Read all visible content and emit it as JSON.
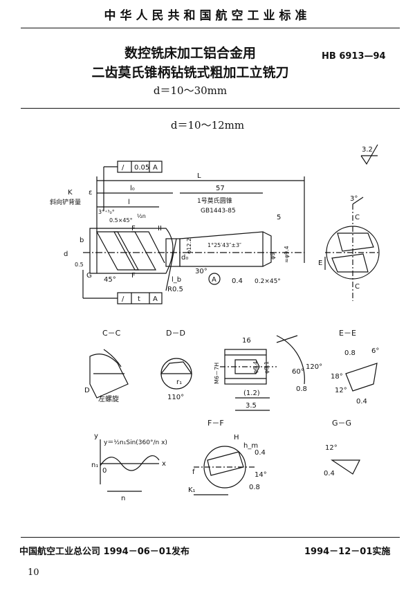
{
  "header": {
    "standard_title": "中华人民共和国航空工业标准"
  },
  "title": {
    "line1": "数控铣床加工铝合金用",
    "line2": "二齿莫氏锥柄钻铣式粗加工立铣刀",
    "range": "d＝10～30mm",
    "standard_no": "HB 6913—94"
  },
  "subsection": {
    "range": "d＝10～12mm"
  },
  "drawing": {
    "roughness": "3.2",
    "tol_top": [
      "/",
      "0.05",
      "A"
    ],
    "tol_bottom": [
      "/",
      "t",
      "A"
    ],
    "dims": {
      "L": "L",
      "l0": "l₀",
      "l": "l",
      "d57": "57",
      "dim5": "5",
      "K": "K",
      "eps": "ε",
      "relief": "斜向铲背量",
      "angle_small": "3°⁺³₀°",
      "chamfer": "0.5×45°",
      "half_n": "½n",
      "morse": "1号莫氏圆锥",
      "gb": "GB1443-85",
      "taper": "1°25′43″±3″",
      "d9": "φ9",
      "d94": "≈φ9.4",
      "d12": "φ12.2",
      "d": "d",
      "b": "b",
      "d05": "0.5",
      "a45": "45°",
      "a30": "30°",
      "lb": "l_b",
      "r05": "R0.5",
      "ra04": "0.4",
      "ch02": "0.2×45°",
      "d0": "d₀",
      "F": "F",
      "G": "G",
      "A": "A",
      "II": "II",
      "C": "C",
      "E": "E",
      "a3": "3°"
    },
    "sections": {
      "cc": "C－C",
      "dd": "D－D",
      "ee": "E－E",
      "ff": "F－F",
      "gg": "G－G",
      "left_helix": "左螺旋",
      "D": "D",
      "r1": "r₁",
      "a110": "110°",
      "d16": "16",
      "m6": "M6－7H",
      "d64": "φ6.4",
      "d81": "φ8.1",
      "a60": "60°",
      "a120": "120°",
      "d08": "0.8",
      "d12b": "(1.2)",
      "d35": "3.5",
      "e08": "0.8",
      "e6": "6°",
      "e18": "18°",
      "e12": "12°",
      "e04": "0.4",
      "formula": "y＝½n₁Sin(360°/n x)",
      "y": "y",
      "x": "x",
      "n": "n",
      "n1": "n₁",
      "o": "0",
      "H": "H",
      "hm": "h_m",
      "f04": "0.4",
      "f14": "14°",
      "f08": "0.8",
      "ff_f": "f",
      "K1": "K₁",
      "g12": "12°",
      "g04": "0.4"
    }
  },
  "footer": {
    "publisher": "中国航空工业总公司 1994－06－01发布",
    "effective": "1994－12－01实施",
    "page": "10"
  }
}
